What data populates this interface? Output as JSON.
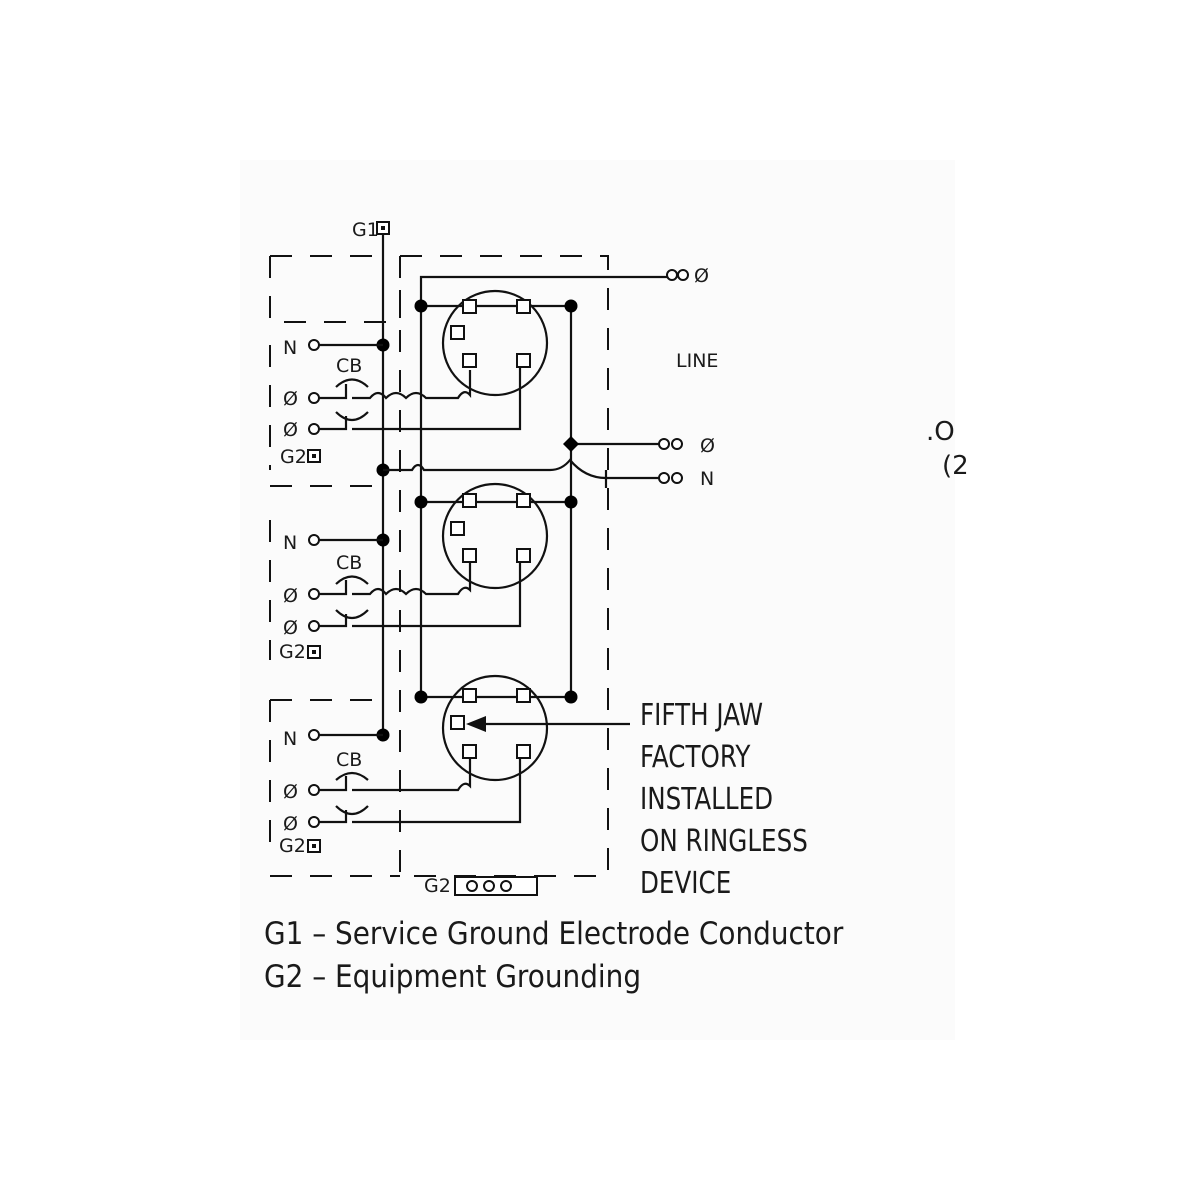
{
  "labels": {
    "g1": "G1",
    "g2": "G2",
    "n": "N",
    "phase": "Ø",
    "cb": "CB",
    "line": "LINE",
    "line_phase": "Ø",
    "line_neutral": "N",
    "edge_top": ".O",
    "edge_bottom": "(2"
  },
  "callout": {
    "lines": [
      "FIFTH JAW",
      "FACTORY",
      "INSTALLED",
      "ON RINGLESS",
      "DEVICE"
    ]
  },
  "legend": {
    "g1": "G1  –  Service Ground Electrode Conductor",
    "g2": "G2  –  Equipment Grounding"
  }
}
